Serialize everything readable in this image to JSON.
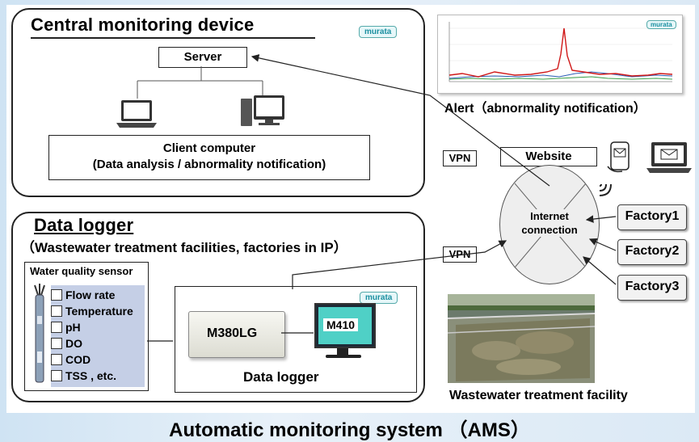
{
  "central": {
    "title": "Central monitoring device",
    "server": "Server",
    "client_line1": "Client computer",
    "client_line2": "(Data analysis / abnormality notification)"
  },
  "brand": "murata",
  "alert": {
    "label": "Alert（abnormality notification）"
  },
  "website": {
    "label": "Website"
  },
  "internet": {
    "line1": "Internet",
    "line2": "connection"
  },
  "vpn_labels": [
    "VPN",
    "VPN"
  ],
  "factories": [
    "Factory1",
    "Factory2",
    "Factory3"
  ],
  "logger": {
    "title": "Data logger",
    "subtitle": "（Wastewater treatment facilities,  factories in IP）",
    "sensor_title": "Water quality sensor",
    "sensors": [
      "Flow rate",
      "Temperature",
      "pH",
      "DO",
      "COD",
      "TSS , etc."
    ],
    "device1": "M380LG",
    "device2": "M410",
    "box_label": "Data logger"
  },
  "facility": {
    "label": "Wastewater treatment facility"
  },
  "footer": {
    "title": "Automatic monitoring system （AMS）"
  },
  "colors": {
    "sensor_bg": "#c5cfe6",
    "brand": "#1a8fa0",
    "alert_spike": "#d01818"
  }
}
